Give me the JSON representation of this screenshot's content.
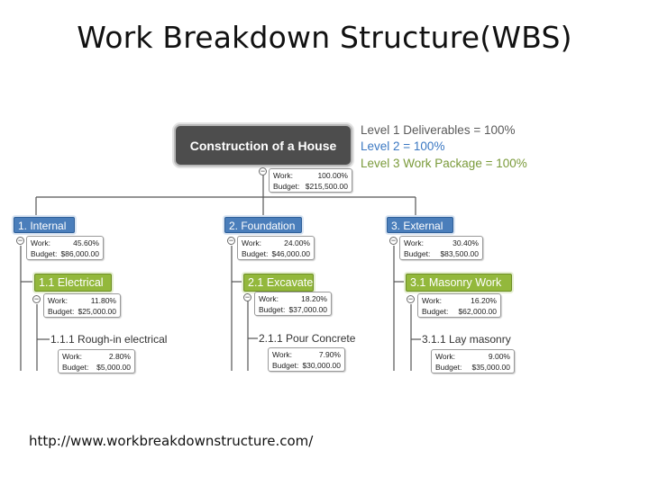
{
  "slide": {
    "title": "Work Breakdown Structure(WBS)",
    "source_url": "http://www.workbreakdownstructure.com/"
  },
  "legend": {
    "level1": "Level 1 Deliverables = 100%",
    "level2": "Level 2 = 100%",
    "level3": "Level 3 Work Package = 100%"
  },
  "labels": {
    "work": "Work:",
    "budget": "Budget:"
  },
  "colors": {
    "root": "#4d4d4d",
    "level2": "#4a7ebb",
    "level3": "#93b83c",
    "legend_level2": "#3b78c2",
    "legend_level3": "#7a9a3a"
  },
  "root": {
    "title": "Construction of a House",
    "work": "100.00%",
    "budget": "$215,500.00"
  },
  "branches": [
    {
      "title": "1. Internal",
      "work": "45.60%",
      "budget": "$86,000.00",
      "child": {
        "title": "1.1 Electrical",
        "work": "11.80%",
        "budget": "$25,000.00",
        "package": {
          "title": "1.1.1 Rough-in electrical",
          "work": "2.80%",
          "budget": "$5,000.00"
        }
      }
    },
    {
      "title": "2. Foundation",
      "work": "24.00%",
      "budget": "$46,000.00",
      "child": {
        "title": "2.1 Excavate",
        "work": "18.20%",
        "budget": "$37,000.00",
        "package": {
          "title": "2.1.1 Pour Concrete",
          "work": "7.90%",
          "budget": "$30,000.00"
        }
      }
    },
    {
      "title": "3. External",
      "work": "30.40%",
      "budget": "$83,500.00",
      "child": {
        "title": "3.1 Masonry Work",
        "work": "16.20%",
        "budget": "$62,000.00",
        "package": {
          "title": "3.1.1 Lay masonry",
          "work": "9.00%",
          "budget": "$35,000.00"
        }
      }
    }
  ]
}
